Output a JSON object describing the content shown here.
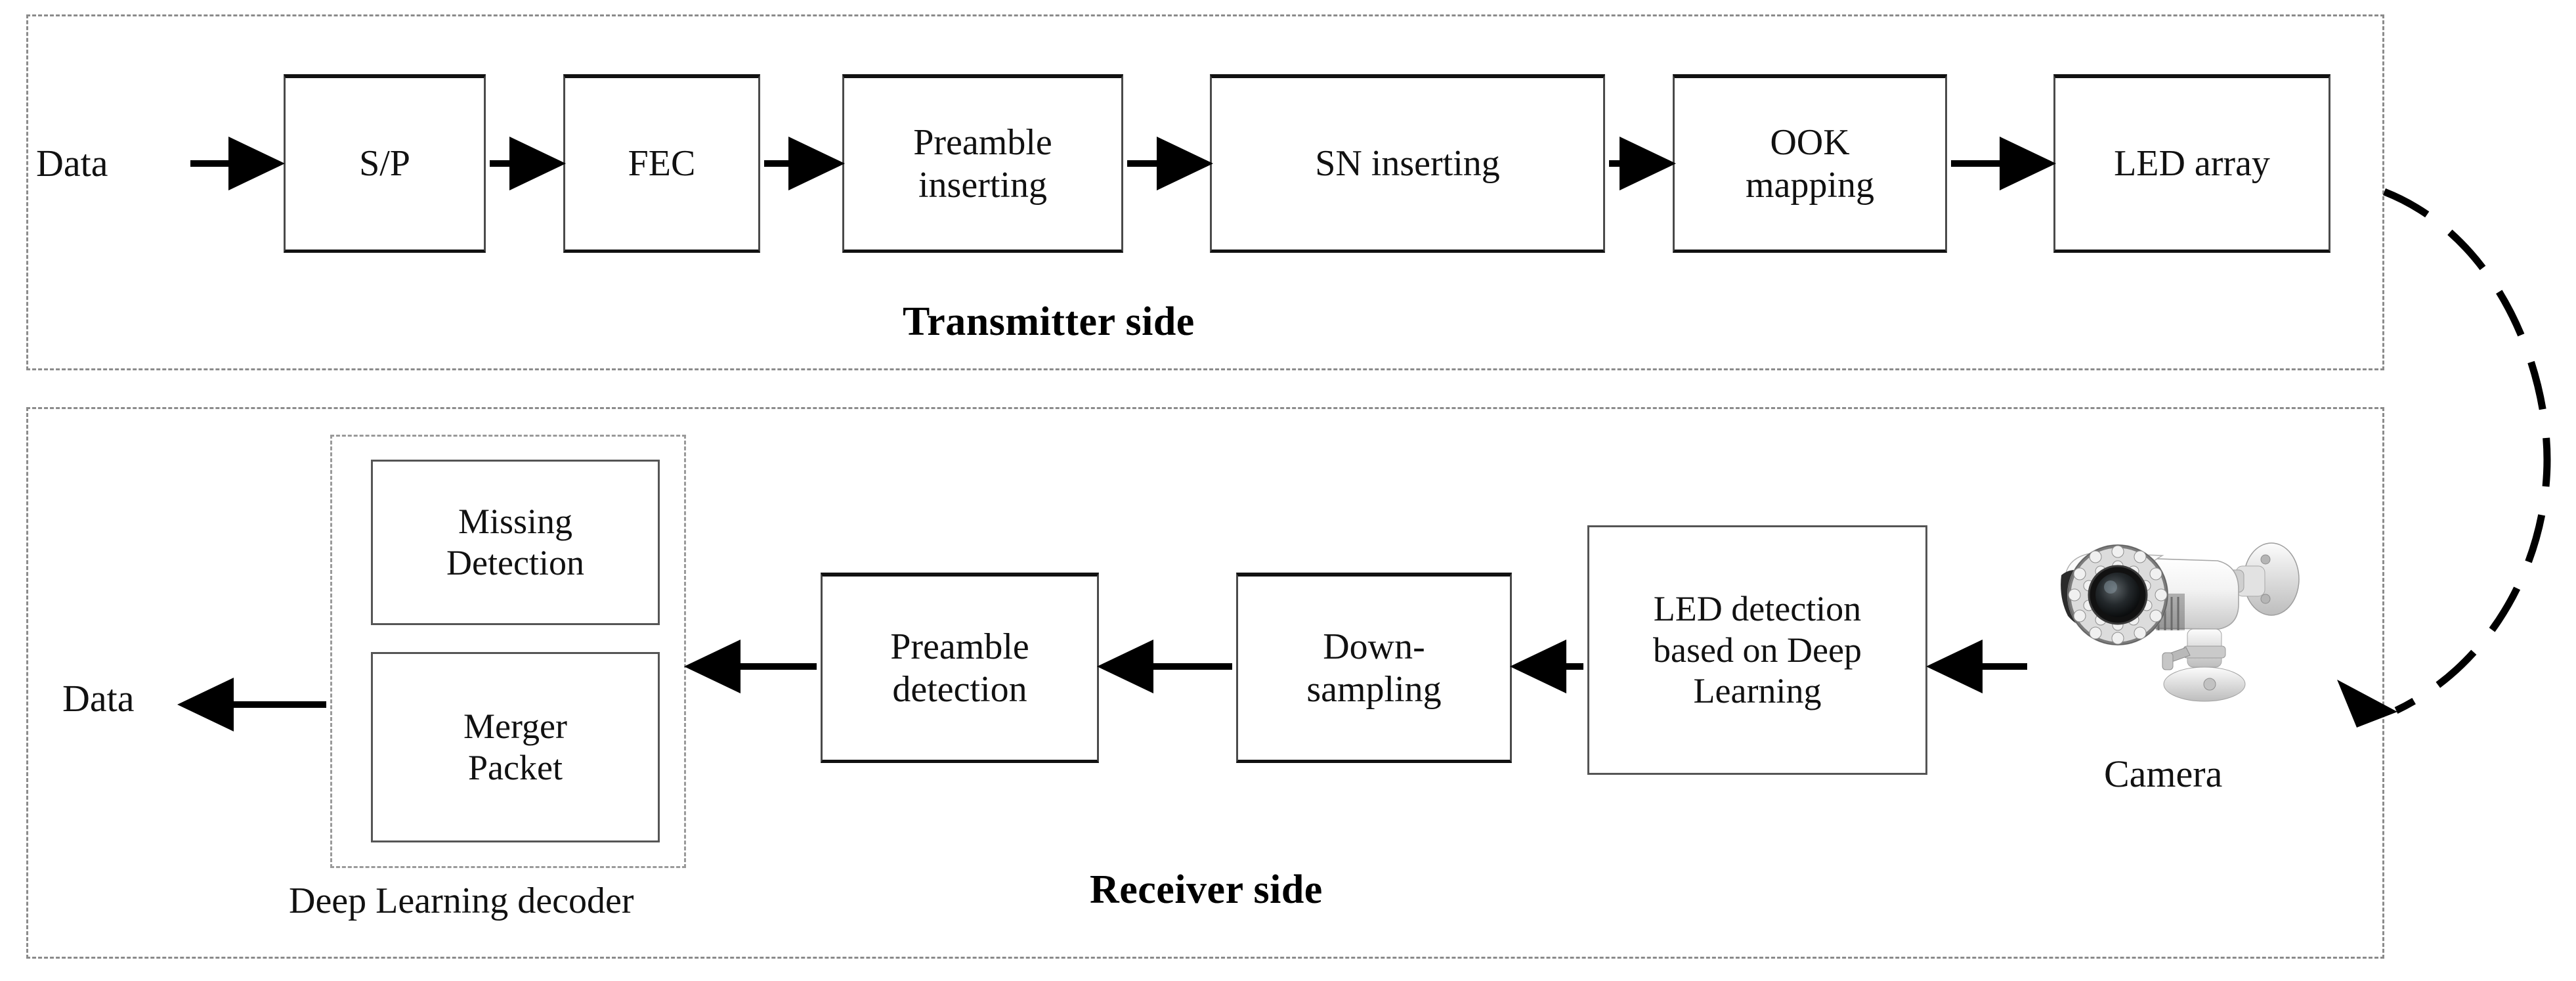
{
  "diagram": {
    "title_transmitter": "Transmitter side",
    "title_receiver": "Receiver side",
    "decoder_caption": "Deep Learning decoder",
    "camera_caption": "Camera",
    "data_in_label": "Data",
    "data_out_label": "Data",
    "link_arrow": "dashed-curved-arrow-optical-channel",
    "colors": {
      "block_border": "#555555",
      "block_border_strong": "#111111",
      "dashed_border": "#8b8b8b",
      "arrow": "#000000",
      "text": "#111111",
      "background": "#ffffff"
    }
  },
  "transmitter": {
    "blocks": [
      {
        "id": "sp",
        "label": "S/P"
      },
      {
        "id": "fec",
        "label": "FEC"
      },
      {
        "id": "preamble",
        "label": "Preamble\ninserting"
      },
      {
        "id": "sn",
        "label": "SN inserting"
      },
      {
        "id": "ook",
        "label": "OOK\nmapping"
      },
      {
        "id": "led",
        "label": "LED array"
      }
    ]
  },
  "receiver": {
    "decoder_blocks": [
      {
        "id": "missing",
        "label": "Missing\nDetection"
      },
      {
        "id": "merger",
        "label": "Merger\nPacket"
      }
    ],
    "blocks": [
      {
        "id": "preamble_det",
        "label": "Preamble\ndetection"
      },
      {
        "id": "downsample",
        "label": "Down-\nsampling"
      },
      {
        "id": "leddetect",
        "label": "LED detection\nbased on Deep\nLearning"
      }
    ],
    "camera": {
      "label": "Camera",
      "icon": "cctv-bullet-camera-icon"
    }
  }
}
